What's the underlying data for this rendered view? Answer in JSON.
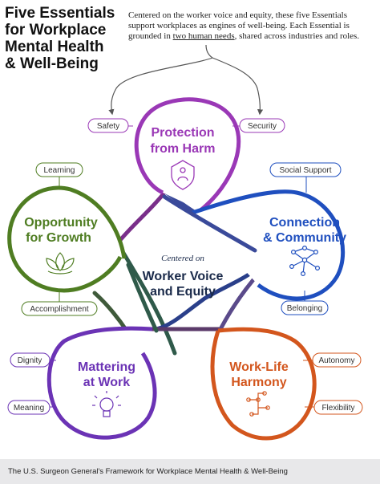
{
  "title": [
    "Five Essentials",
    "for Workplace",
    "Mental Health",
    "& Well-Being"
  ],
  "intro": {
    "before": "Centered on the worker voice and equity, these five Essentials support workplaces as engines of well-being. Each Essential is grounded in ",
    "underlined": "two human needs",
    "after": ", shared across industries and roles."
  },
  "center": {
    "small": "Centered on",
    "line1": "Worker Voice",
    "line2": "and Equity"
  },
  "essentials": [
    {
      "id": "protection",
      "title_lines": [
        "Protection",
        "from Harm"
      ],
      "color": "#9a38b6",
      "needs": [
        "Safety",
        "Security"
      ],
      "icon": "shield-person-icon"
    },
    {
      "id": "connection",
      "title_lines": [
        "Connection",
        "& Community"
      ],
      "color": "#1f4fbf",
      "needs": [
        "Social Support",
        "Belonging"
      ],
      "icon": "network-icon"
    },
    {
      "id": "worklife",
      "title_lines": [
        "Work-Life",
        "Harmony"
      ],
      "color": "#d3561d",
      "needs": [
        "Autonomy",
        "Flexibility"
      ],
      "icon": "circuit-icon"
    },
    {
      "id": "mattering",
      "title_lines": [
        "Mattering",
        "at Work"
      ],
      "color": "#6b33b5",
      "needs": [
        "Dignity",
        "Meaning"
      ],
      "icon": "lightbulb-icon"
    },
    {
      "id": "opportunity",
      "title_lines": [
        "Opportunity",
        "for Growth"
      ],
      "color": "#4f7d22",
      "needs": [
        "Learning",
        "Accomplishment"
      ],
      "icon": "lotus-icon"
    }
  ],
  "footer": "The U.S. Surgeon General's Framework for Workplace Mental Health & Well-Being"
}
